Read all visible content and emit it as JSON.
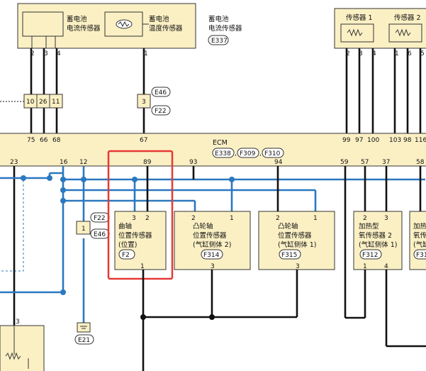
{
  "top_left_unit": {
    "current_sensor": [
      "蓄电池",
      "电流传感器"
    ],
    "temp_sensor": [
      "蓄电池",
      "温度传感器"
    ],
    "unit_label": [
      "蓄电池",
      "电流传感器"
    ],
    "connector": "E337",
    "pins": [
      "2",
      "3",
      "4",
      "1"
    ]
  },
  "top_right": {
    "sensor1": "传感器 1",
    "sensor2": "传感器 2",
    "pins": [
      "2",
      "3",
      "4",
      "1",
      "6",
      "5"
    ]
  },
  "junction": {
    "pins": [
      "10",
      "26",
      "11",
      "3"
    ],
    "connectors": [
      "E46",
      "F22"
    ]
  },
  "ecm": {
    "label": "ECM",
    "connectors": [
      "E338",
      "F309",
      "F310"
    ],
    "pins_top": [
      "75",
      "66",
      "68",
      "67",
      "99",
      "97",
      "100",
      "103",
      "98",
      "116"
    ],
    "pins_bottom": [
      "23",
      "16",
      "12",
      "89",
      "93",
      "94",
      "59",
      "57",
      "37",
      "58"
    ]
  },
  "left_junction": {
    "pin": "1",
    "connectors": [
      "F22",
      "E46"
    ]
  },
  "ground": {
    "connector": "E21"
  },
  "crank": {
    "title": [
      "曲轴",
      "位置传感器",
      "(位置)"
    ],
    "connector": "F2",
    "pins": [
      "3",
      "2",
      "1"
    ]
  },
  "cam2": {
    "title": [
      "凸轮轴",
      "位置传感器",
      "(气缸侧体 2)"
    ],
    "connector": "F314",
    "pins": [
      "2",
      "1",
      "3"
    ]
  },
  "cam1": {
    "title": [
      "凸轮轴",
      "位置传感器",
      "(气缸侧体 1)"
    ],
    "connector": "F315",
    "pins": [
      "2",
      "1",
      "3"
    ]
  },
  "o2_2": {
    "title": [
      "加热型",
      "氧传感器 2",
      "(气缸侧体 1)"
    ],
    "connector": "F312",
    "pins": [
      "2",
      "3",
      "1",
      "4"
    ]
  },
  "o2_cut": {
    "title": [
      "加热",
      "氧传",
      "(气缸"
    ],
    "connector": "F31"
  },
  "bottom_left": {
    "pin": "3"
  },
  "colors": {
    "wire_black": "#111111",
    "wire_blue": "#2a78c0",
    "box_fill": "#fbf0c4",
    "highlight": "#e53935"
  }
}
